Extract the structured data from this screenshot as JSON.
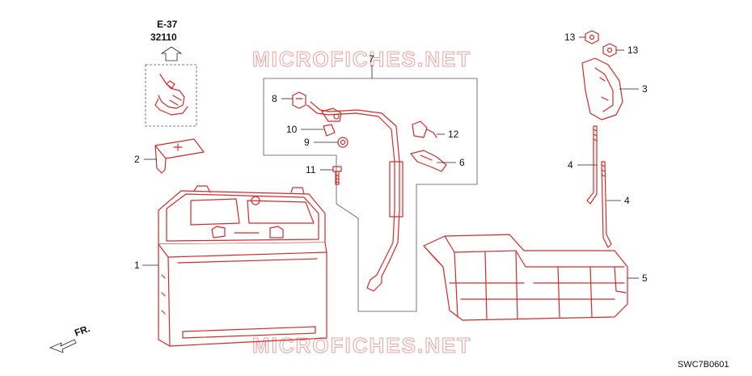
{
  "reference": {
    "line1": "E-37",
    "line2": "32110"
  },
  "watermark": "MICROFICHES.NET",
  "direction_label": "FR.",
  "diagram_code": "SWC7B0601",
  "callouts": {
    "c1": "1",
    "c2": "2",
    "c3": "3",
    "c4a": "4",
    "c4b": "4",
    "c5": "5",
    "c6": "6",
    "c7": "7",
    "c8": "8",
    "c9": "9",
    "c10": "10",
    "c11": "11",
    "c12": "12",
    "c13a": "13",
    "c13b": "13"
  },
  "colors": {
    "line_art": "#d42a2a",
    "text": "#111111",
    "watermark": "#e8a0a0"
  }
}
